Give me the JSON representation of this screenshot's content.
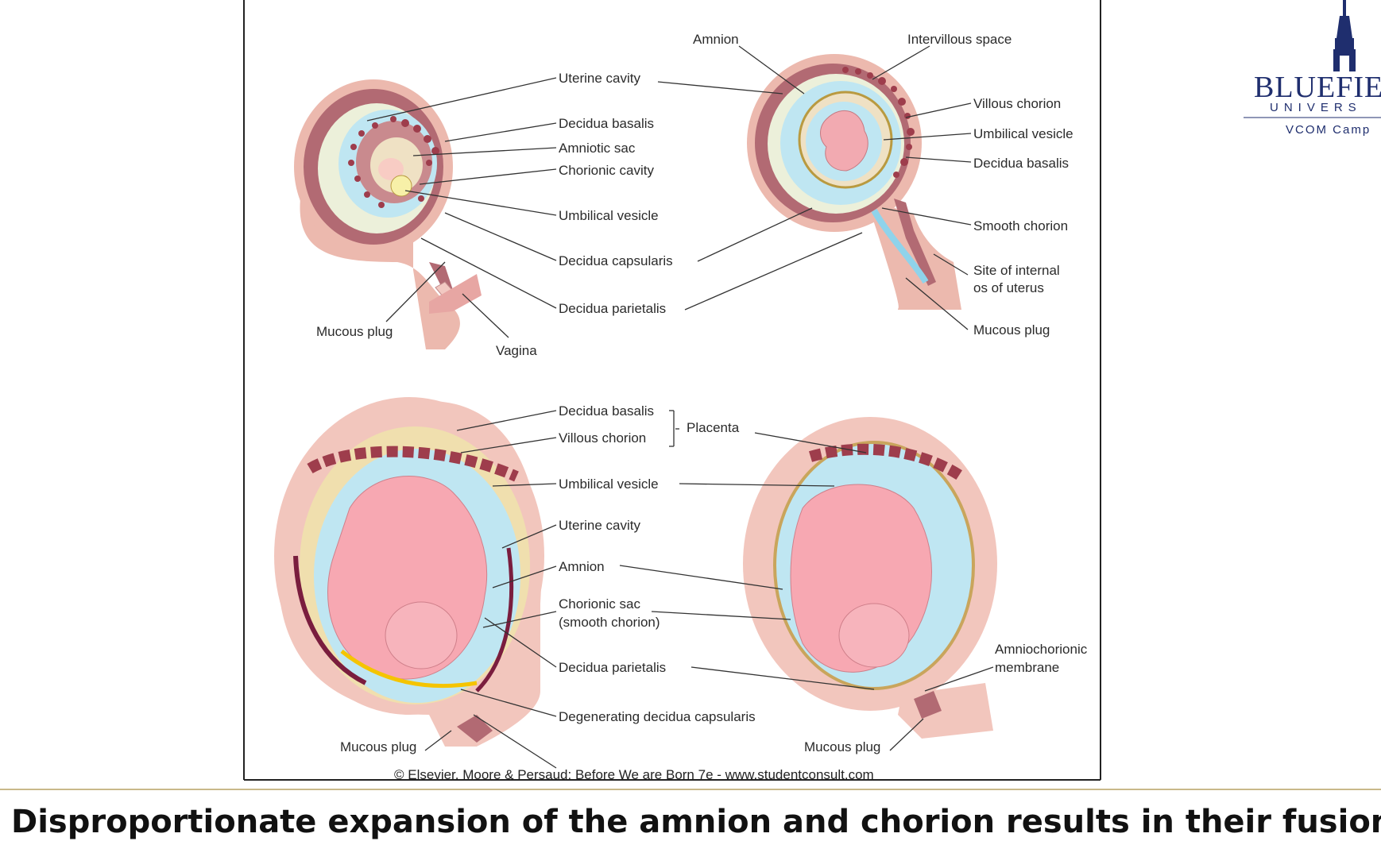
{
  "slide": {
    "caption": "Disproportionate expansion of the amnion and chorion results in their fusion.",
    "copyright": "© Elsevier. Moore & Persaud: Before We are Born 7e - www.studentconsult.com",
    "accent_line_color": "#c9b98a"
  },
  "logo": {
    "name": "BLUEFIE",
    "sub": "UNIVERS",
    "campus": "VCOM Camp",
    "color": "#1f2e6e"
  },
  "diagram": {
    "panel1": {
      "uterine_cavity": "Uterine cavity",
      "decidua_basalis": "Decidua basalis",
      "amniotic_sac": "Amniotic sac",
      "chorionic_cavity": "Chorionic cavity",
      "umbilical_vesicle": "Umbilical vesicle",
      "decidua_capsularis": "Decidua capsularis",
      "decidua_parietalis": "Decidua parietalis",
      "mucous_plug": "Mucous plug",
      "vagina": "Vagina"
    },
    "panel2": {
      "amnion": "Amnion",
      "intervillous_space": "Intervillous space",
      "villous_chorion": "Villous chorion",
      "umbilical_vesicle": "Umbilical vesicle",
      "decidua_basalis": "Decidua basalis",
      "smooth_chorion": "Smooth chorion",
      "site_internal_1": "Site of internal",
      "site_internal_2": "os of uterus",
      "mucous_plug": "Mucous plug"
    },
    "panel3": {
      "decidua_basalis": "Decidua basalis",
      "villous_chorion": "Villous chorion",
      "placenta": "Placenta",
      "umbilical_vesicle": "Umbilical vesicle",
      "uterine_cavity": "Uterine cavity",
      "amnion": "Amnion",
      "chorionic_sac_1": "Chorionic sac",
      "chorionic_sac_2": "(smooth chorion)",
      "decidua_parietalis": "Decidua parietalis",
      "degenerating": "Degenerating decidua capsularis",
      "mucous_plug": "Mucous plug"
    },
    "panel4": {
      "amniochorionic_1": "Amniochorionic",
      "amniochorionic_2": "membrane",
      "mucous_plug": "Mucous plug"
    }
  }
}
